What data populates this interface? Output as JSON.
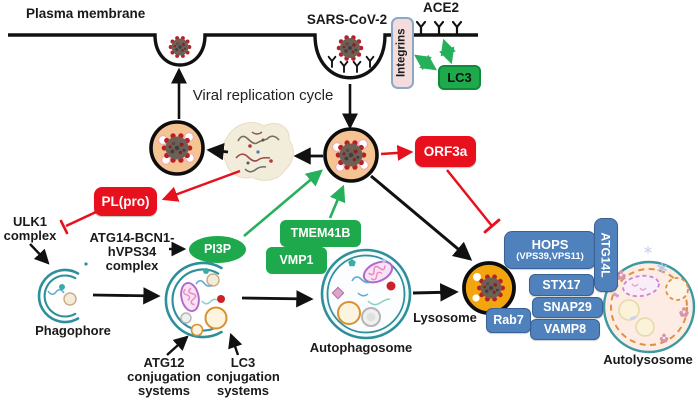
{
  "colors": {
    "inhibit_red": "#e8101c",
    "promote_green": "#27b05c",
    "green_box": "#1fa94d",
    "blue_box": "#4f81bd",
    "membrane_black": "#111111",
    "vesicle_fill": "#f6c493",
    "lysosome_fill": "#f2a50c",
    "integrins_fill": "#f3dcdb",
    "autophagy_membrane_teal": "#2c8f9a"
  },
  "membrane": {
    "label": "Plasma membrane"
  },
  "entry": {
    "virus_label": "SARS-CoV-2",
    "ace2_label": "ACE2",
    "integrins_label": "Integrins",
    "lc3_label": "LC3"
  },
  "cycle": {
    "label": "Viral replication cycle"
  },
  "viral_proteins": {
    "plpro_label": "PL(pro)",
    "orf3a_label": "ORF3a"
  },
  "autophagy": {
    "ulk1_label": "ULK1\ncomplex",
    "atg14_label": "ATG14-BCN1-\nhVPS34\ncomplex",
    "pi3p_label": "PI3P",
    "tmem41b_label": "TMEM41B",
    "vmp1_label": "VMP1",
    "phagophore_label": "Phagophore",
    "autophagosome_label": "Autophagosome",
    "atg12_label": "ATG12\nconjugation\nsystems",
    "lc3conj_label": "LC3\nconjugation\nsystems"
  },
  "fusion": {
    "lysosome_label": "Lysosome",
    "autolysosome_label": "Autolysosome",
    "rab7_label": "Rab7",
    "hops_label": "HOPS",
    "hops_sub_label": "(VPS39,VPS11)",
    "stx17_label": "STX17",
    "snap29_label": "SNAP29",
    "vamp8_label": "VAMP8",
    "atg14l_label": "ATG14L"
  }
}
